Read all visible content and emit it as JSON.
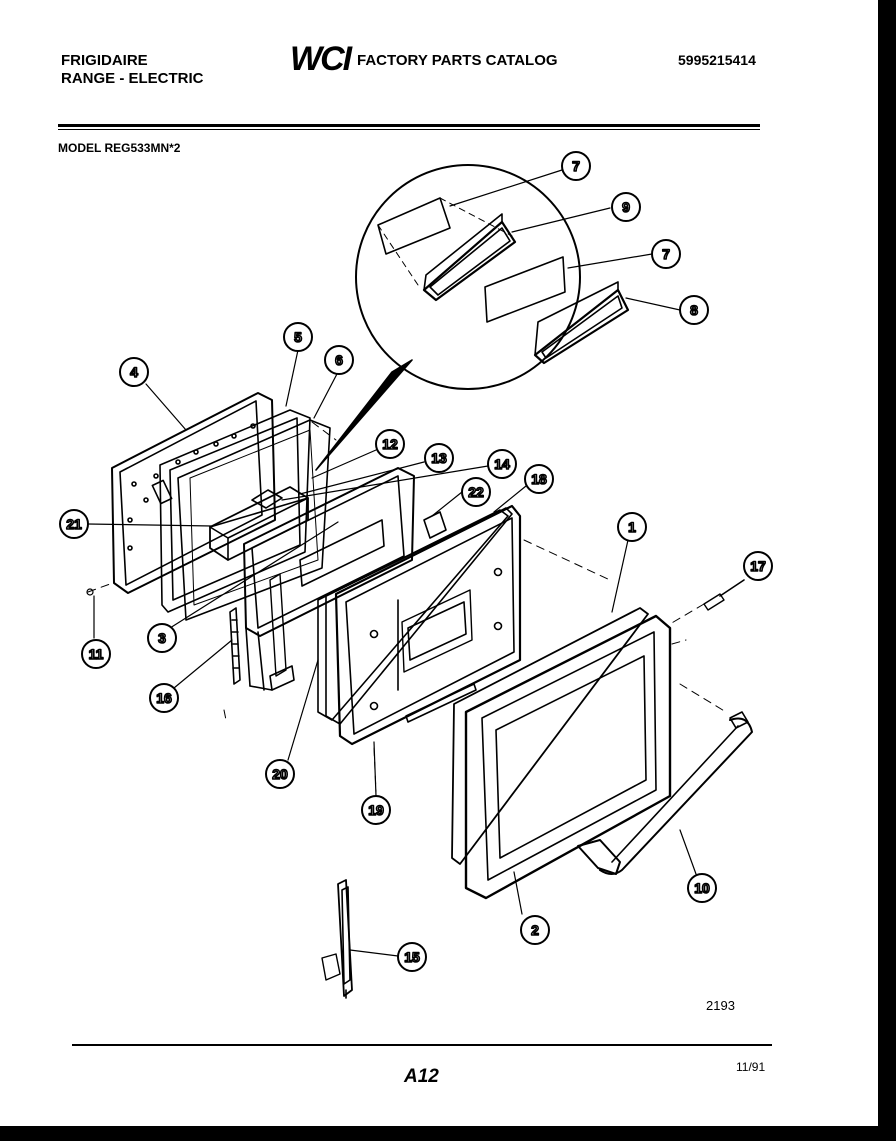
{
  "header": {
    "brand_line1": "FRIGIDAIRE",
    "brand_line2": "RANGE - ELECTRIC",
    "logo": "WCI",
    "catalog_title": "FACTORY PARTS CATALOG",
    "part_number": "5995215414"
  },
  "model": "MODEL REG533MN*2",
  "footer": {
    "figure_number": "2193",
    "page_label": "A12",
    "date": "11/91"
  },
  "callouts": [
    "7",
    "9",
    "7",
    "8",
    "5",
    "6",
    "4",
    "12",
    "13",
    "14",
    "18",
    "22",
    "21",
    "1",
    "17",
    "3",
    "11",
    "16",
    "20",
    "19",
    "10",
    "2",
    "15"
  ]
}
